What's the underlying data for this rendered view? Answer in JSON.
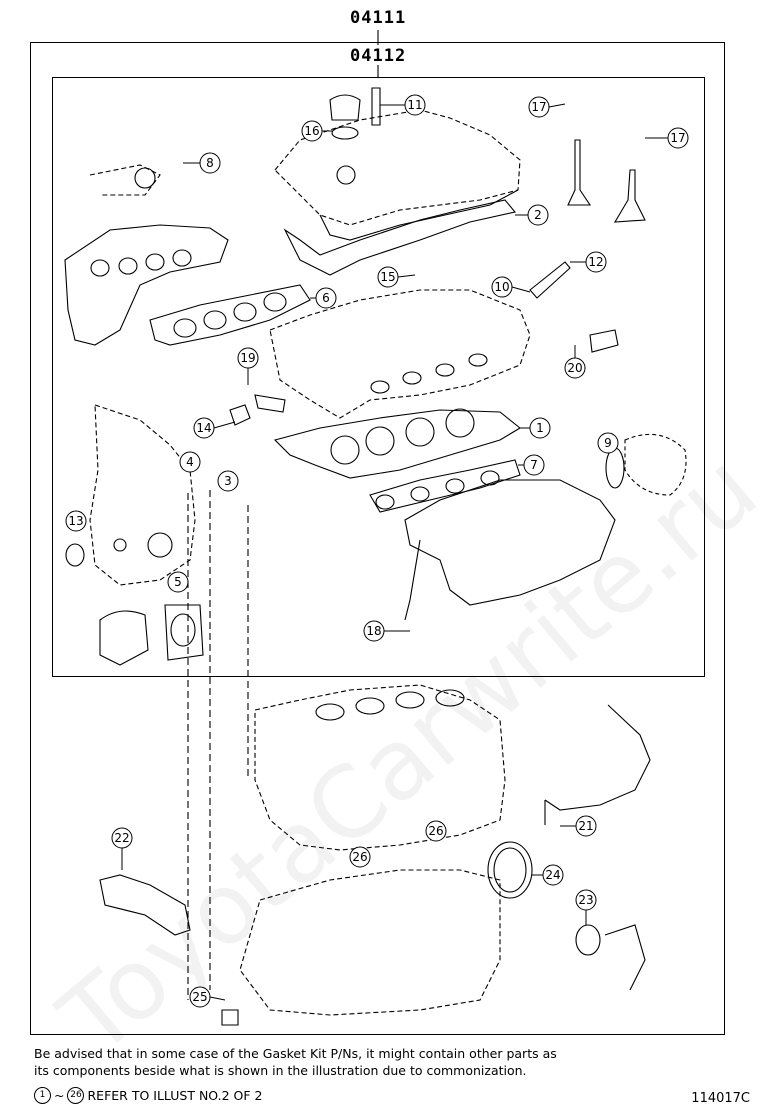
{
  "kit_numbers": [
    "04111",
    "04112"
  ],
  "callouts": [
    {
      "label": "1"
    },
    {
      "label": "2"
    },
    {
      "label": "3"
    },
    {
      "label": "4"
    },
    {
      "label": "5"
    },
    {
      "label": "6"
    },
    {
      "label": "7"
    },
    {
      "label": "8"
    },
    {
      "label": "9"
    },
    {
      "label": "10"
    },
    {
      "label": "11"
    },
    {
      "label": "12"
    },
    {
      "label": "13"
    },
    {
      "label": "14"
    },
    {
      "label": "15"
    },
    {
      "label": "16"
    },
    {
      "label": "17"
    },
    {
      "label": "17"
    },
    {
      "label": "18"
    },
    {
      "label": "19"
    },
    {
      "label": "20"
    },
    {
      "label": "21"
    },
    {
      "label": "22"
    },
    {
      "label": "23"
    },
    {
      "label": "24"
    },
    {
      "label": "25"
    },
    {
      "label": "26"
    },
    {
      "label": "26"
    }
  ],
  "notes": {
    "line1": "Be advised that in some case of the Gasket Kit P/Ns,  it might contain other parts as",
    "line2": "its components beside what is shown in the illustration due to commonization.",
    "ref_from": "1",
    "ref_tilde": "~",
    "ref_to": "26",
    "ref_text": "REFER TO ILLUST NO.2 OF 2"
  },
  "illustration_code": "114017C",
  "watermark": "ToyotaCarwrite.ru"
}
